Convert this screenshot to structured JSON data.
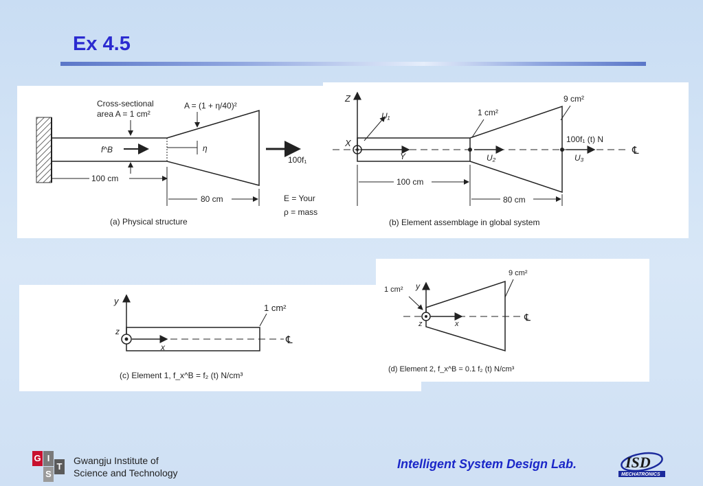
{
  "slide": {
    "title": "Ex 4.5"
  },
  "figure_a": {
    "cross_label_1": "Cross-sectional",
    "cross_label_2": "area A = 1 cm²",
    "area_formula": "A = (1 + η/40)²",
    "body_force": "f^B",
    "eta": "η",
    "load": "100f₁",
    "len1": "100 cm",
    "len2": "80 cm",
    "e_note": "E = Your",
    "rho_note": "ρ = mass",
    "caption": "(a)  Physical structure"
  },
  "figure_b": {
    "Z": "Z",
    "X": "X",
    "Y": "Y",
    "U1": "U₁",
    "U2": "U₂",
    "U3": "U₃",
    "area1": "1 cm²",
    "area2": "9 cm²",
    "load": "100f₁ (t) N",
    "centerline": "℄",
    "len1": "100 cm",
    "len2": "80 cm",
    "caption": "(b)  Element assemblage in global system"
  },
  "figure_c": {
    "y": "y",
    "z": "z",
    "x": "x",
    "area": "1 cm²",
    "centerline": "℄",
    "caption": "(c)  Element 1, f_x^B = f₂ (t) N/cm³"
  },
  "figure_d": {
    "y": "y",
    "z": "z",
    "x": "x",
    "area1": "1 cm²",
    "area2": "9 cm²",
    "centerline": "℄",
    "caption": "(d)  Element 2, f_x^B = 0.1 f₂ (t) N/cm³"
  },
  "footer": {
    "institute_line1": "Gwangju Institute of",
    "institute_line2": "Science and Technology",
    "logo_letters": [
      "G",
      "I",
      "S",
      "T"
    ],
    "lab_name": "Intelligent System Design Lab.",
    "lab_logo_text": "ISD",
    "lab_logo_sub": "MECHATRONICS"
  }
}
